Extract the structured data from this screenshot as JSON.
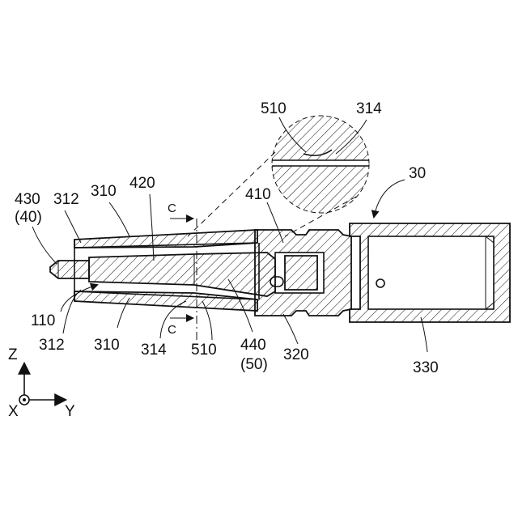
{
  "labels": {
    "l430": "430",
    "l40": "(40)",
    "l312_top": "312",
    "l310_top": "310",
    "l420": "420",
    "l510_top": "510",
    "l314_top": "314",
    "l410": "410",
    "l30": "30",
    "l110": "110",
    "l312_bot": "312",
    "l310_bot": "310",
    "l314_bot": "314",
    "l510_bot": "510",
    "l440": "440",
    "l50": "(50)",
    "l320": "320",
    "l330": "330"
  },
  "section_marks": {
    "top": "C",
    "bottom": "C"
  },
  "axes": {
    "z": "Z",
    "x": "X",
    "y": "Y"
  }
}
